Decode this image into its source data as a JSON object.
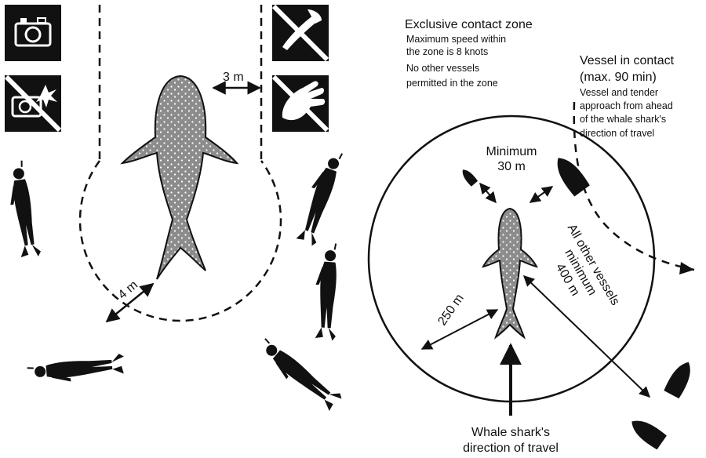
{
  "colors": {
    "ink": "#111111",
    "shark_fill": "#8c8c8c",
    "spots": "#ffffff",
    "background": "#ffffff"
  },
  "icons": [
    "camera-icon",
    "no-flash-icon",
    "no-touch-shark-icon",
    "no-touch-hand-icon",
    "snorkeler-icon",
    "boat-icon"
  ],
  "left_panel": {
    "gap_label": "3 m",
    "radius_label": "4 m"
  },
  "right_panel": {
    "zone_title": "Exclusive contact zone",
    "zone_rules": [
      "Maximum speed within",
      "the zone is 8 knots",
      "No other vessels",
      "permitted in the zone"
    ],
    "vessel_title": [
      "Vessel in contact",
      "(max. 90 min)"
    ],
    "vessel_note": [
      "Vessel and tender",
      "approach from ahead",
      "of the whale shark's",
      "direction of travel"
    ],
    "minimum_label": [
      "Minimum",
      "30 m"
    ],
    "radius_label": "250 m",
    "other_vessels_label": [
      "All other vessels",
      "minimum",
      "400 m"
    ],
    "travel_label": [
      "Whale shark's",
      "direction of travel"
    ]
  }
}
